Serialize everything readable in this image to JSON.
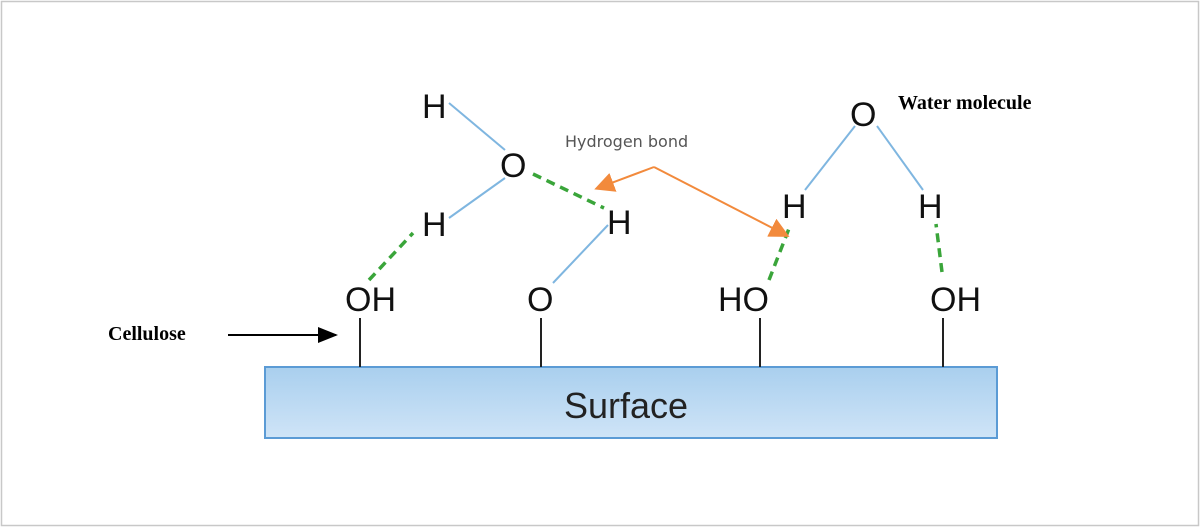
{
  "labels": {
    "water_molecule": "Water molecule",
    "hydrogen_bond": "Hydrogen bond",
    "cellulose": "Cellulose",
    "surface": "Surface"
  },
  "atoms": {
    "w1_h_top": "H",
    "w1_o": "O",
    "w1_h_bottom": "H",
    "mid_h": "H",
    "cel1": "OH",
    "cel2": "O",
    "cel3": "HO",
    "cel4": "OH",
    "w2_o": "O",
    "w2_h_left": "H",
    "w2_h_right": "H"
  },
  "colors": {
    "covalent_bond": "#7fb6e0",
    "hydrogen_bond": "#3aa53a",
    "arrow": "#f28a3c",
    "surface_top": "#b9d8f2",
    "surface_bottom": "#8fbfe6"
  }
}
